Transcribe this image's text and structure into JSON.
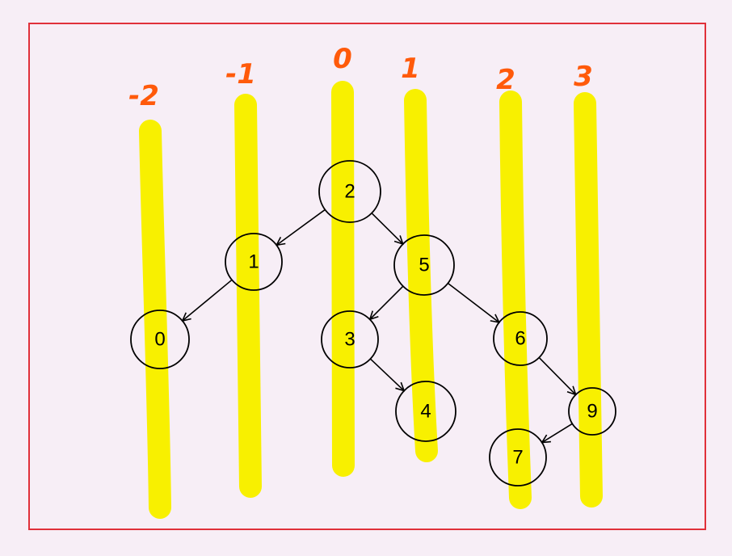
{
  "columns": [
    {
      "label": "-2"
    },
    {
      "label": "-1"
    },
    {
      "label": "0"
    },
    {
      "label": "1"
    },
    {
      "label": "2"
    },
    {
      "label": "3"
    }
  ],
  "tree": {
    "nodes": [
      {
        "id": "2",
        "label": "2"
      },
      {
        "id": "1",
        "label": "1"
      },
      {
        "id": "5",
        "label": "5"
      },
      {
        "id": "0",
        "label": "0"
      },
      {
        "id": "3",
        "label": "3"
      },
      {
        "id": "6",
        "label": "6"
      },
      {
        "id": "4",
        "label": "4"
      },
      {
        "id": "9",
        "label": "9"
      },
      {
        "id": "7",
        "label": "7"
      }
    ],
    "edges": [
      {
        "from": "2",
        "to": "1"
      },
      {
        "from": "2",
        "to": "5"
      },
      {
        "from": "1",
        "to": "0"
      },
      {
        "from": "5",
        "to": "3"
      },
      {
        "from": "5",
        "to": "6"
      },
      {
        "from": "3",
        "to": "4"
      },
      {
        "from": "6",
        "to": "9"
      },
      {
        "from": "9",
        "to": "7"
      }
    ]
  },
  "colors": {
    "stripe": "#f8f000",
    "label": "#ff5a0a",
    "frame": "#e0303a",
    "background": "#f7eef6"
  }
}
